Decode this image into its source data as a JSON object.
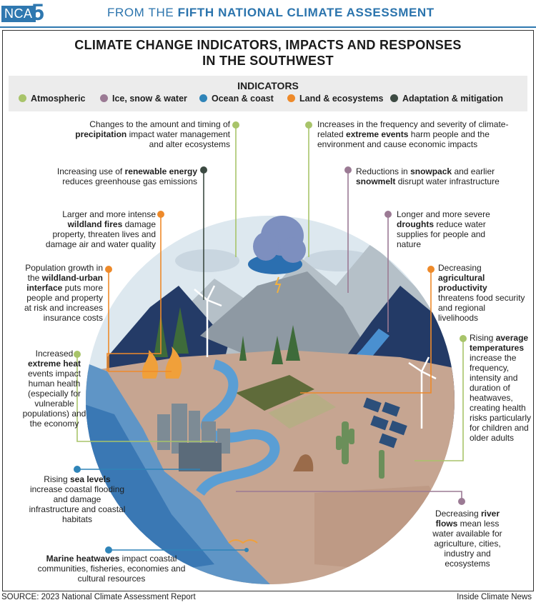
{
  "header": {
    "logo_text": "NCA",
    "logo_number": "5",
    "from_prefix": "FROM THE",
    "from_bold": "FIFTH NATIONAL CLIMATE ASSESSMENT"
  },
  "title_line1": "CLIMATE CHANGE INDICATORS, IMPACTS AND RESPONSES",
  "title_line2": "IN THE SOUTHWEST",
  "legend": {
    "title": "INDICATORS",
    "items": [
      {
        "label": "Atmospheric",
        "color": "#a8c46a"
      },
      {
        "label": "Ice, snow & water",
        "color": "#9b7a94"
      },
      {
        "label": "Ocean & coast",
        "color": "#2f84b8"
      },
      {
        "label": "Land & ecosystems",
        "color": "#ee8a2a"
      },
      {
        "label": "Adaptation & mitigation",
        "color": "#3c4a42"
      }
    ]
  },
  "notes": {
    "precip_a": "Changes to the amount and timing of",
    "precip_b": "precipitation",
    "precip_c": "impact water management and alter ecosystems",
    "extreme_a": "Increases in the frequency and severity of climate-related",
    "extreme_b": "extreme events",
    "extreme_c": "harm people and the environment and cause economic impacts",
    "renew_a": "Increasing use of",
    "renew_b": "renewable energy",
    "renew_c": "reduces greenhouse gas emissions",
    "snow_a": "Reductions in",
    "snow_b": "snowpack",
    "snow_c": "and earlier",
    "snow_d": "snowmelt",
    "snow_e": "disrupt water infrastructure",
    "fire_a": "Larger and more intense",
    "fire_b": "wildland fires",
    "fire_c": "damage property, threaten lives and damage air and water quality",
    "drought_a": "Longer and more severe",
    "drought_b": "droughts",
    "drought_c": "reduce water supplies for people and nature",
    "wui_a": "Population growth in the",
    "wui_b": "wildland-urban interface",
    "wui_c": "puts more people and property at risk and increases insurance costs",
    "ag_a": "Decreasing",
    "ag_b": "agricultural productivity",
    "ag_c": "threatens food security and regional livelihoods",
    "heat_a": "Increased",
    "heat_b": "extreme heat",
    "heat_c": "events impact human health (especially for vulnerable populations) and the economy",
    "temp_a": "Rising",
    "temp_b": "average temperatures",
    "temp_c": "increase the frequency, intensity and duration of heatwaves, creating health risks particularly for children and older adults",
    "sea_a": "Rising",
    "sea_b": "sea levels",
    "sea_c": "increase coastal flooding and damage infrastructure and coastal habitats",
    "river_a": "Decreasing",
    "river_b": "river flows",
    "river_c": "mean less water available for agriculture, cities, industry and ecosystems",
    "marine_a": "Marine heatwaves",
    "marine_b": "impact coastal communities, fisheries, economies and cultural resources"
  },
  "footer": {
    "source": "SOURCE: 2023 National Climate Assessment Report",
    "credit": "Inside Climate News"
  }
}
